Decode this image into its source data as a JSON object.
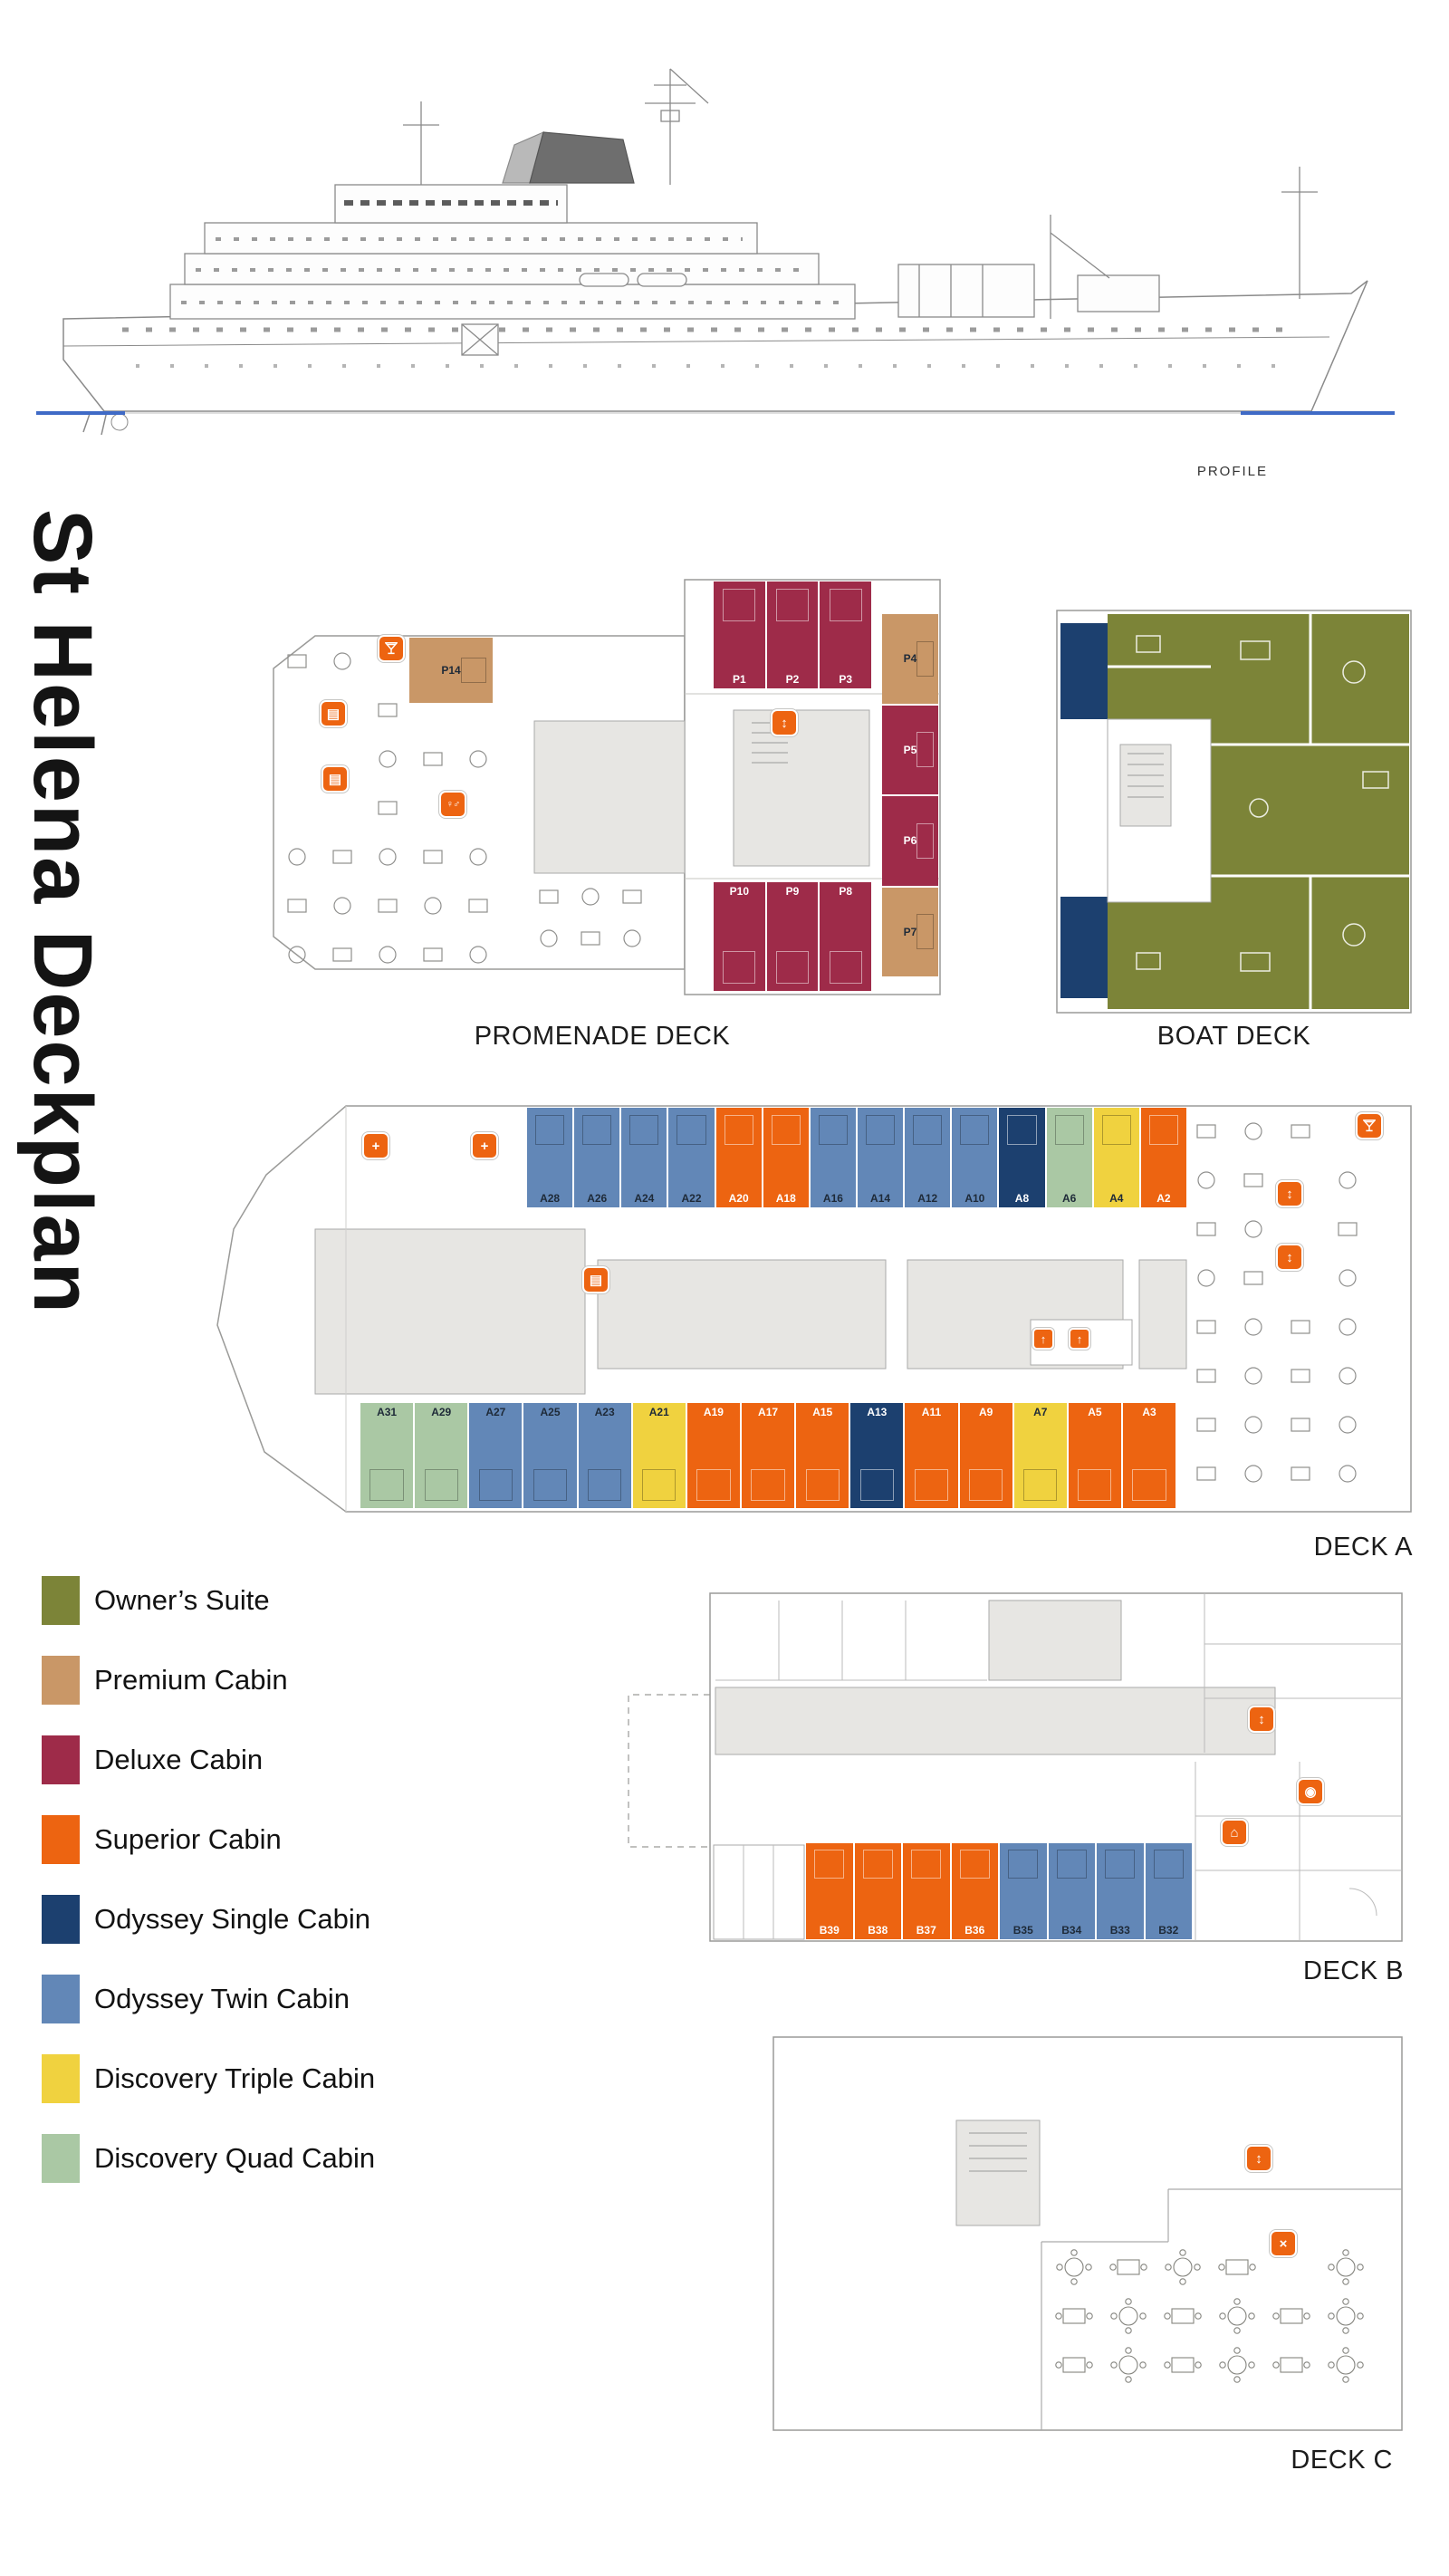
{
  "page": {
    "title_vertical": "St Helena Deckplan",
    "profile_label": "PROFILE"
  },
  "colors": {
    "owner": "#7c8438",
    "premium": "#c99767",
    "deluxe": "#9e2b49",
    "superior": "#ed6411",
    "single": "#1c406f",
    "twin": "#6287b7",
    "triple": "#f0d23f",
    "quad": "#aac8a4",
    "icon_bg": "#ed6411",
    "outline": "#9a9a98",
    "structure": "#e7e6e3",
    "waterline": "#3f6ac6"
  },
  "icons": {
    "elevator": "↕",
    "stairs": "▤",
    "restroom": "♀♂",
    "medical": "+",
    "laundry": "◉",
    "locker": "⌂",
    "dining": "×",
    "up": "↑",
    "bar": "martini-glass"
  },
  "legend": {
    "items": [
      {
        "type": "owner",
        "label": "Owner’s Suite"
      },
      {
        "type": "premium",
        "label": "Premium Cabin"
      },
      {
        "type": "deluxe",
        "label": "Deluxe Cabin"
      },
      {
        "type": "superior",
        "label": "Superior Cabin"
      },
      {
        "type": "single",
        "label": "Odyssey Single Cabin"
      },
      {
        "type": "twin",
        "label": "Odyssey Twin Cabin"
      },
      {
        "type": "triple",
        "label": "Discovery Triple Cabin"
      },
      {
        "type": "quad",
        "label": "Discovery Quad Cabin"
      }
    ]
  },
  "decks": {
    "promenade": {
      "label": "PROMENADE DECK",
      "cabins_top": [
        {
          "id": "P1",
          "type": "deluxe"
        },
        {
          "id": "P2",
          "type": "deluxe"
        },
        {
          "id": "P3",
          "type": "deluxe"
        }
      ],
      "cabins_right": [
        {
          "id": "P4",
          "type": "premium"
        },
        {
          "id": "P5",
          "type": "deluxe"
        },
        {
          "id": "P6",
          "type": "deluxe"
        },
        {
          "id": "P7",
          "type": "premium"
        }
      ],
      "cabins_bottom": [
        {
          "id": "P10",
          "type": "deluxe"
        },
        {
          "id": "P9",
          "type": "deluxe"
        },
        {
          "id": "P8",
          "type": "deluxe"
        }
      ],
      "cabins_mid": [
        {
          "id": "P14",
          "type": "premium"
        }
      ]
    },
    "boat": {
      "label": "BOAT DECK"
    },
    "deck_a": {
      "label": "DECK A",
      "cabins_top": [
        {
          "id": "A28",
          "type": "twin"
        },
        {
          "id": "A26",
          "type": "twin"
        },
        {
          "id": "A24",
          "type": "twin"
        },
        {
          "id": "A22",
          "type": "twin"
        },
        {
          "id": "A20",
          "type": "superior"
        },
        {
          "id": "A18",
          "type": "superior"
        },
        {
          "id": "A16",
          "type": "twin"
        },
        {
          "id": "A14",
          "type": "twin"
        },
        {
          "id": "A12",
          "type": "twin"
        },
        {
          "id": "A10",
          "type": "twin"
        },
        {
          "id": "A8",
          "type": "single"
        },
        {
          "id": "A6",
          "type": "quad"
        },
        {
          "id": "A4",
          "type": "triple"
        },
        {
          "id": "A2",
          "type": "superior"
        }
      ],
      "cabins_bottom": [
        {
          "id": "A31",
          "type": "quad"
        },
        {
          "id": "A29",
          "type": "quad"
        },
        {
          "id": "A27",
          "type": "twin"
        },
        {
          "id": "A25",
          "type": "twin"
        },
        {
          "id": "A23",
          "type": "twin"
        },
        {
          "id": "A21",
          "type": "triple"
        },
        {
          "id": "A19",
          "type": "superior"
        },
        {
          "id": "A17",
          "type": "superior"
        },
        {
          "id": "A15",
          "type": "superior"
        },
        {
          "id": "A13",
          "type": "single"
        },
        {
          "id": "A11",
          "type": "superior"
        },
        {
          "id": "A9",
          "type": "superior"
        },
        {
          "id": "A7",
          "type": "triple"
        },
        {
          "id": "A5",
          "type": "superior"
        },
        {
          "id": "A3",
          "type": "superior"
        }
      ]
    },
    "deck_b": {
      "label": "DECK B",
      "cabins": [
        {
          "id": "B39",
          "type": "superior"
        },
        {
          "id": "B38",
          "type": "superior"
        },
        {
          "id": "B37",
          "type": "superior"
        },
        {
          "id": "B36",
          "type": "superior"
        },
        {
          "id": "B35",
          "type": "twin"
        },
        {
          "id": "B34",
          "type": "twin"
        },
        {
          "id": "B33",
          "type": "twin"
        },
        {
          "id": "B32",
          "type": "twin"
        }
      ]
    },
    "deck_c": {
      "label": "DECK C"
    }
  }
}
